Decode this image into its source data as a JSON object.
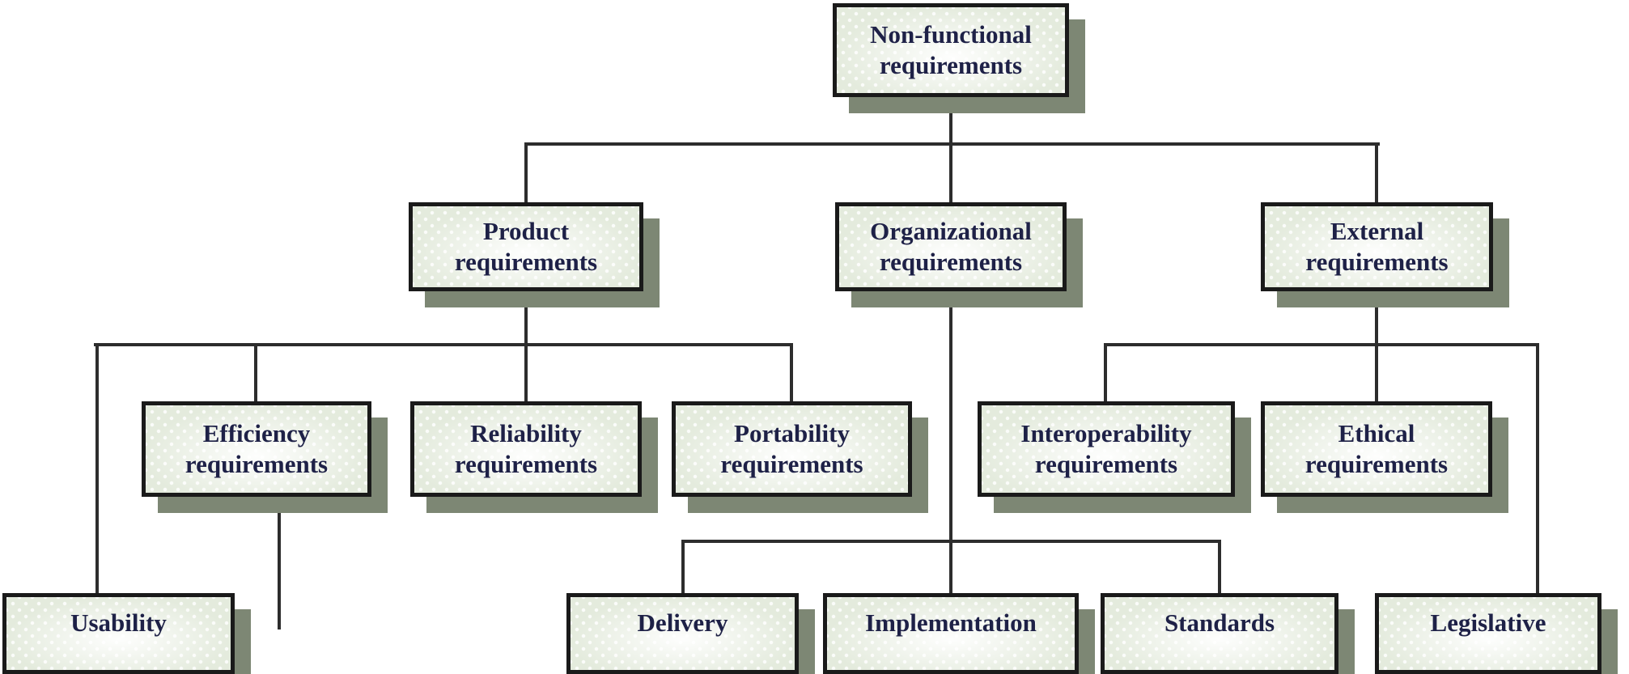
{
  "diagram": {
    "nodes": {
      "non_functional": {
        "label": "Non-functional requirements"
      },
      "product": {
        "label": "Product requirements"
      },
      "organizational": {
        "label": "Organizational requirements"
      },
      "external": {
        "label": "External requirements"
      },
      "efficiency": {
        "label": "Efficiency requirements"
      },
      "reliability": {
        "label": "Reliability requirements"
      },
      "portability": {
        "label": "Portability requirements"
      },
      "interoperability": {
        "label": "Interoperability requirements"
      },
      "ethical": {
        "label": "Ethical requirements"
      },
      "usability": {
        "label": "Usability"
      },
      "delivery": {
        "label": "Delivery"
      },
      "implementation": {
        "label": "Implementation"
      },
      "standards": {
        "label": "Standards"
      },
      "legislative": {
        "label": "Legislative"
      }
    },
    "edges": [
      {
        "from": "non_functional",
        "to": "product"
      },
      {
        "from": "non_functional",
        "to": "organizational"
      },
      {
        "from": "non_functional",
        "to": "external"
      },
      {
        "from": "product",
        "to": "usability"
      },
      {
        "from": "product",
        "to": "efficiency"
      },
      {
        "from": "product",
        "to": "reliability"
      },
      {
        "from": "product",
        "to": "portability"
      },
      {
        "from": "organizational",
        "to": "delivery"
      },
      {
        "from": "organizational",
        "to": "implementation"
      },
      {
        "from": "organizational",
        "to": "standards"
      },
      {
        "from": "external",
        "to": "interoperability"
      },
      {
        "from": "external",
        "to": "ethical"
      },
      {
        "from": "external",
        "to": "legislative"
      }
    ],
    "colors": {
      "background": "#ffffff",
      "box_fill": "#e4ebdd",
      "box_border": "#1a1a1a",
      "box_shadow": "#7d8774",
      "connector": "#2d2d2d",
      "text": "#1e2147"
    }
  }
}
